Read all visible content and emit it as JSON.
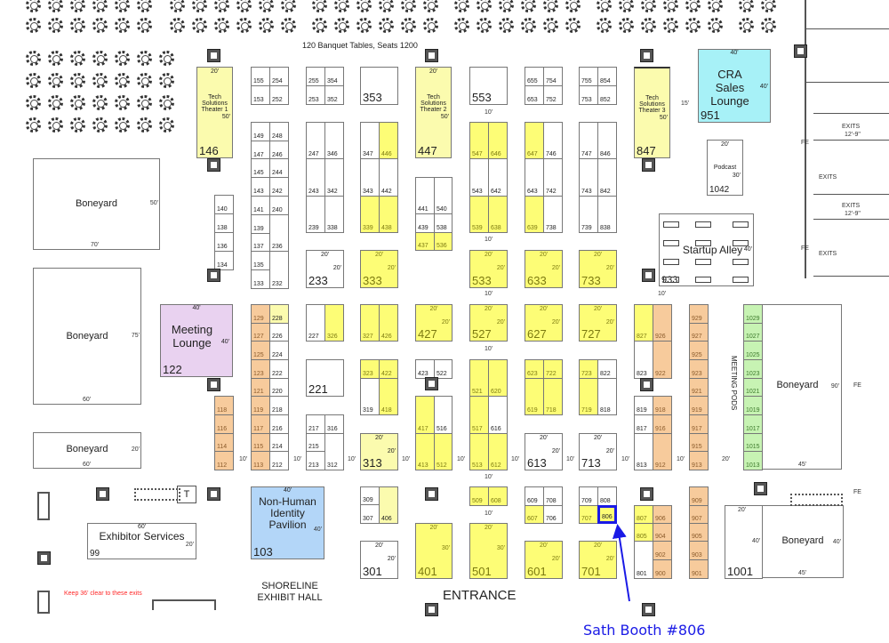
{
  "header": {
    "banquet_note": "120 Banquet Tables, Seats 1200"
  },
  "colors": {
    "yellow": "#fdfd76",
    "light_yellow": "#fbfbae",
    "orange": "#f7cb9c",
    "green": "#c7f3b3",
    "cyan": "#a7f1f7",
    "purple": "#e9d2f0",
    "blue": "#b3d6f8",
    "callout": "#1a1ae6",
    "warning": "#ff2a2a"
  },
  "areas": {
    "theater1": {
      "name": "Tech Solutions Theater 1",
      "number": "146",
      "width": "20'",
      "depth": "50'"
    },
    "theater2": {
      "name": "Tech Solutions Theater 2",
      "number": "447",
      "width": "20'",
      "depth": "50'"
    },
    "theater3": {
      "name": "Tech Solutions Theater 3",
      "number": "847",
      "depth": "50'"
    },
    "cra_lounge": {
      "name": "CRA Sales Lounge",
      "number": "951",
      "width": "40'",
      "depth": "40'"
    },
    "podcast": {
      "name": "Podcast",
      "number": "1042",
      "width": "20'",
      "depth": "30'"
    },
    "startup_alley": {
      "name": "Startup Alley",
      "number": "933",
      "depth": "40'"
    },
    "meeting_lounge": {
      "name": "Meeting Lounge",
      "number": "122",
      "width": "40'",
      "depth": "40'"
    },
    "boneyard_1": {
      "name": "Boneyard",
      "width": "70'",
      "depth": "50'"
    },
    "boneyard_2": {
      "name": "Boneyard",
      "width": "60'",
      "depth": "75'"
    },
    "boneyard_3": {
      "name": "Boneyard",
      "width": "60'",
      "depth": "20'"
    },
    "boneyard_4": {
      "name": "Boneyard",
      "width": "45'",
      "depth": "90'"
    },
    "boneyard_5": {
      "name": "Boneyard",
      "width": "45'",
      "depth": "40'",
      "side": "40'"
    },
    "exhibitor_services": {
      "name": "Exhibitor Services",
      "number": "99",
      "width": "60'",
      "depth": "20'"
    },
    "pavilion": {
      "name": "Non-Human Identity Pavilion",
      "number": "103",
      "width": "40'",
      "depth": "40'"
    },
    "meeting_pods": {
      "name": "MEETING PODS"
    },
    "hall": {
      "name_line1": "SHORELINE",
      "name_line2": "EXHIBIT HALL"
    },
    "entrance": {
      "name": "ENTRANCE"
    },
    "booth_1001_dim": {
      "width": "20'"
    }
  },
  "notes": {
    "keep_clear": "Keep 36' clear to these exits",
    "exits": "EXITS",
    "exit_width": "12'-9\"",
    "fe": "FE",
    "toilet": "T"
  },
  "spacing": {
    "ten": "10'",
    "fifteen": "15'",
    "twenty": "20'"
  },
  "callout": {
    "text": "Sath Booth #806",
    "booth": "806"
  },
  "booths": [
    {
      "id": "155",
      "fill": "w"
    },
    {
      "id": "254",
      "fill": "w"
    },
    {
      "id": "153",
      "fill": "w"
    },
    {
      "id": "252",
      "fill": "w"
    },
    {
      "id": "149",
      "fill": "w"
    },
    {
      "id": "248",
      "fill": "w"
    },
    {
      "id": "147",
      "fill": "w"
    },
    {
      "id": "246",
      "fill": "w"
    },
    {
      "id": "145",
      "fill": "w"
    },
    {
      "id": "244",
      "fill": "w"
    },
    {
      "id": "143",
      "fill": "w"
    },
    {
      "id": "242",
      "fill": "w"
    },
    {
      "id": "141",
      "fill": "w"
    },
    {
      "id": "240",
      "fill": "w"
    },
    {
      "id": "139",
      "fill": "w"
    },
    {
      "id": "236",
      "fill": "w"
    },
    {
      "id": "137",
      "fill": "w"
    },
    {
      "id": "135",
      "fill": "w"
    },
    {
      "id": "232",
      "fill": "w"
    },
    {
      "id": "133",
      "fill": "w"
    },
    {
      "id": "140",
      "fill": "w"
    },
    {
      "id": "138",
      "fill": "w"
    },
    {
      "id": "136",
      "fill": "w"
    },
    {
      "id": "134",
      "fill": "w"
    },
    {
      "id": "255",
      "fill": "w"
    },
    {
      "id": "354",
      "fill": "w"
    },
    {
      "id": "253",
      "fill": "w"
    },
    {
      "id": "352",
      "fill": "w"
    },
    {
      "id": "247",
      "fill": "w"
    },
    {
      "id": "346",
      "fill": "w"
    },
    {
      "id": "243",
      "fill": "w"
    },
    {
      "id": "342",
      "fill": "w"
    },
    {
      "id": "239",
      "fill": "w"
    },
    {
      "id": "338",
      "fill": "w"
    },
    {
      "id": "233",
      "fill": "w",
      "dims": [
        "20'",
        "20'"
      ]
    },
    {
      "id": "353",
      "fill": "w"
    },
    {
      "id": "347",
      "fill": "w"
    },
    {
      "id": "446",
      "fill": "y"
    },
    {
      "id": "343",
      "fill": "w"
    },
    {
      "id": "442",
      "fill": "w"
    },
    {
      "id": "339",
      "fill": "y"
    },
    {
      "id": "438",
      "fill": "y"
    },
    {
      "id": "333",
      "fill": "y",
      "dims": [
        "20'",
        "20'"
      ]
    },
    {
      "id": "441",
      "fill": "w"
    },
    {
      "id": "540",
      "fill": "w"
    },
    {
      "id": "439",
      "fill": "w"
    },
    {
      "id": "538",
      "fill": "w"
    },
    {
      "id": "437",
      "fill": "y"
    },
    {
      "id": "536",
      "fill": "y"
    },
    {
      "id": "553",
      "fill": "w"
    },
    {
      "id": "547",
      "fill": "y"
    },
    {
      "id": "646",
      "fill": "y"
    },
    {
      "id": "543",
      "fill": "w"
    },
    {
      "id": "642",
      "fill": "w"
    },
    {
      "id": "539",
      "fill": "y"
    },
    {
      "id": "638",
      "fill": "y"
    },
    {
      "id": "533",
      "fill": "y",
      "dims": [
        "20'",
        "20'"
      ]
    },
    {
      "id": "655",
      "fill": "w"
    },
    {
      "id": "754",
      "fill": "w"
    },
    {
      "id": "653",
      "fill": "w"
    },
    {
      "id": "752",
      "fill": "w"
    },
    {
      "id": "647",
      "fill": "y"
    },
    {
      "id": "746",
      "fill": "w"
    },
    {
      "id": "643",
      "fill": "w"
    },
    {
      "id": "742",
      "fill": "w"
    },
    {
      "id": "639",
      "fill": "y"
    },
    {
      "id": "738",
      "fill": "w"
    },
    {
      "id": "633",
      "fill": "y",
      "dims": [
        "20'",
        "20'"
      ]
    },
    {
      "id": "755",
      "fill": "w"
    },
    {
      "id": "854",
      "fill": "w"
    },
    {
      "id": "753",
      "fill": "w"
    },
    {
      "id": "852",
      "fill": "w"
    },
    {
      "id": "747",
      "fill": "w"
    },
    {
      "id": "846",
      "fill": "w"
    },
    {
      "id": "743",
      "fill": "w"
    },
    {
      "id": "842",
      "fill": "w"
    },
    {
      "id": "739",
      "fill": "w"
    },
    {
      "id": "838",
      "fill": "w"
    },
    {
      "id": "733",
      "fill": "y",
      "dims": [
        "20'",
        "20'"
      ]
    },
    {
      "id": "118",
      "fill": "o"
    },
    {
      "id": "116",
      "fill": "o"
    },
    {
      "id": "114",
      "fill": "o"
    },
    {
      "id": "112",
      "fill": "o"
    },
    {
      "id": "129",
      "fill": "o"
    },
    {
      "id": "228",
      "fill": "ly"
    },
    {
      "id": "127",
      "fill": "o"
    },
    {
      "id": "226",
      "fill": "w"
    },
    {
      "id": "125",
      "fill": "o"
    },
    {
      "id": "224",
      "fill": "w"
    },
    {
      "id": "123",
      "fill": "o"
    },
    {
      "id": "222",
      "fill": "w"
    },
    {
      "id": "121",
      "fill": "o"
    },
    {
      "id": "220",
      "fill": "w"
    },
    {
      "id": "119",
      "fill": "o"
    },
    {
      "id": "218",
      "fill": "w"
    },
    {
      "id": "117",
      "fill": "o"
    },
    {
      "id": "216",
      "fill": "w"
    },
    {
      "id": "115",
      "fill": "o"
    },
    {
      "id": "214",
      "fill": "w"
    },
    {
      "id": "113",
      "fill": "o"
    },
    {
      "id": "212",
      "fill": "w"
    },
    {
      "id": "227",
      "fill": "w"
    },
    {
      "id": "326",
      "fill": "y"
    },
    {
      "id": "221",
      "fill": "w"
    },
    {
      "id": "217",
      "fill": "w"
    },
    {
      "id": "316",
      "fill": "w"
    },
    {
      "id": "215",
      "fill": "w"
    },
    {
      "id": "213",
      "fill": "w"
    },
    {
      "id": "312",
      "fill": "w"
    },
    {
      "id": "327",
      "fill": "y"
    },
    {
      "id": "426",
      "fill": "y"
    },
    {
      "id": "323",
      "fill": "y"
    },
    {
      "id": "422",
      "fill": "y"
    },
    {
      "id": "319",
      "fill": "w"
    },
    {
      "id": "418",
      "fill": "y"
    },
    {
      "id": "313",
      "fill": "ly",
      "dims": [
        "20'",
        "20'"
      ]
    },
    {
      "id": "427",
      "fill": "y",
      "dims": [
        "20'",
        "20'"
      ]
    },
    {
      "id": "423",
      "fill": "w"
    },
    {
      "id": "522",
      "fill": "w"
    },
    {
      "id": "417",
      "fill": "y"
    },
    {
      "id": "516",
      "fill": "w"
    },
    {
      "id": "413",
      "fill": "y"
    },
    {
      "id": "512",
      "fill": "y"
    },
    {
      "id": "527",
      "fill": "y",
      "dims": [
        "20'",
        "20'"
      ]
    },
    {
      "id": "521",
      "fill": "y"
    },
    {
      "id": "620",
      "fill": "y"
    },
    {
      "id": "517",
      "fill": "y"
    },
    {
      "id": "616",
      "fill": "w"
    },
    {
      "id": "513",
      "fill": "y"
    },
    {
      "id": "612",
      "fill": "y"
    },
    {
      "id": "627",
      "fill": "y",
      "dims": [
        "20'",
        "20'"
      ]
    },
    {
      "id": "623",
      "fill": "y"
    },
    {
      "id": "722",
      "fill": "y"
    },
    {
      "id": "619",
      "fill": "y"
    },
    {
      "id": "718",
      "fill": "y"
    },
    {
      "id": "613",
      "fill": "w",
      "dims": [
        "20'",
        "20'"
      ]
    },
    {
      "id": "727",
      "fill": "y",
      "dims": [
        "20'",
        "20'"
      ]
    },
    {
      "id": "723",
      "fill": "y"
    },
    {
      "id": "822",
      "fill": "w"
    },
    {
      "id": "719",
      "fill": "y"
    },
    {
      "id": "818",
      "fill": "w"
    },
    {
      "id": "713",
      "fill": "w",
      "dims": [
        "20'",
        "20'"
      ]
    },
    {
      "id": "827",
      "fill": "y"
    },
    {
      "id": "926",
      "fill": "o"
    },
    {
      "id": "823",
      "fill": "w"
    },
    {
      "id": "922",
      "fill": "o"
    },
    {
      "id": "819",
      "fill": "w"
    },
    {
      "id": "918",
      "fill": "o"
    },
    {
      "id": "817",
      "fill": "w"
    },
    {
      "id": "916",
      "fill": "o"
    },
    {
      "id": "813",
      "fill": "w"
    },
    {
      "id": "912",
      "fill": "o"
    },
    {
      "id": "929",
      "fill": "o"
    },
    {
      "id": "927",
      "fill": "o"
    },
    {
      "id": "925",
      "fill": "o"
    },
    {
      "id": "923",
      "fill": "o"
    },
    {
      "id": "921",
      "fill": "o"
    },
    {
      "id": "919",
      "fill": "o"
    },
    {
      "id": "917",
      "fill": "o"
    },
    {
      "id": "915",
      "fill": "o"
    },
    {
      "id": "913",
      "fill": "o"
    },
    {
      "id": "1029",
      "fill": "g"
    },
    {
      "id": "1027",
      "fill": "g"
    },
    {
      "id": "1025",
      "fill": "g"
    },
    {
      "id": "1023",
      "fill": "g"
    },
    {
      "id": "1021",
      "fill": "g"
    },
    {
      "id": "1019",
      "fill": "g"
    },
    {
      "id": "1017",
      "fill": "g"
    },
    {
      "id": "1015",
      "fill": "g"
    },
    {
      "id": "1013",
      "fill": "g"
    },
    {
      "id": "309",
      "fill": "w"
    },
    {
      "id": "307",
      "fill": "w"
    },
    {
      "id": "406",
      "fill": "ly"
    },
    {
      "id": "301",
      "fill": "w",
      "dims": [
        "20'",
        "20'"
      ]
    },
    {
      "id": "401",
      "fill": "y",
      "dims": [
        "20'",
        "30'"
      ]
    },
    {
      "id": "509",
      "fill": "y"
    },
    {
      "id": "608",
      "fill": "y"
    },
    {
      "id": "501",
      "fill": "y",
      "dims": [
        "20'",
        "30'"
      ]
    },
    {
      "id": "609",
      "fill": "w"
    },
    {
      "id": "708",
      "fill": "w"
    },
    {
      "id": "607",
      "fill": "y"
    },
    {
      "id": "706",
      "fill": "w"
    },
    {
      "id": "601",
      "fill": "y",
      "dims": [
        "20'",
        "20'"
      ]
    },
    {
      "id": "709",
      "fill": "w"
    },
    {
      "id": "808",
      "fill": "w"
    },
    {
      "id": "707",
      "fill": "y"
    },
    {
      "id": "806",
      "fill": "h"
    },
    {
      "id": "701",
      "fill": "y",
      "dims": [
        "20'",
        "20'"
      ]
    },
    {
      "id": "807",
      "fill": "y"
    },
    {
      "id": "906",
      "fill": "o"
    },
    {
      "id": "805",
      "fill": "y"
    },
    {
      "id": "904",
      "fill": "o"
    },
    {
      "id": "801",
      "fill": "w"
    },
    {
      "id": "902",
      "fill": "o"
    },
    {
      "id": "900",
      "fill": "o"
    },
    {
      "id": "909",
      "fill": "o"
    },
    {
      "id": "907",
      "fill": "o"
    },
    {
      "id": "905",
      "fill": "o"
    },
    {
      "id": "903",
      "fill": "o"
    },
    {
      "id": "901",
      "fill": "o"
    },
    {
      "id": "1001",
      "fill": "w"
    }
  ]
}
